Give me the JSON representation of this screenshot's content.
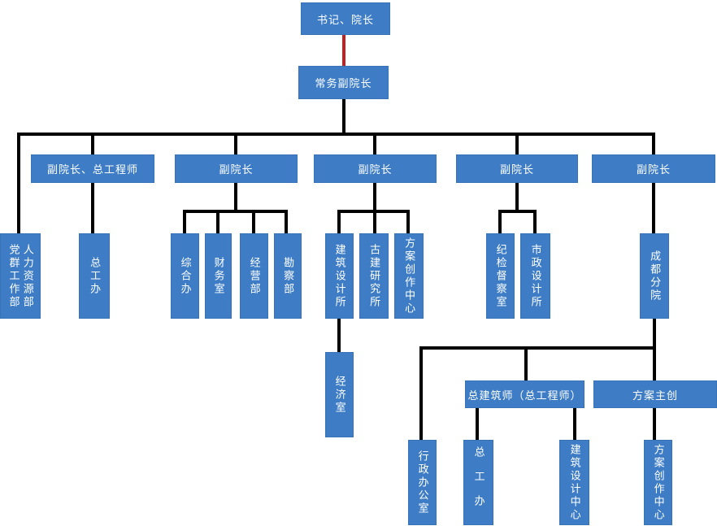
{
  "diagram_type": "org-chart",
  "colors": {
    "node_fill": "#3E7DC6",
    "node_border": "#3873B8",
    "node_text": "#FFFFFF",
    "connector": "#000000",
    "root_connector": "#C02222",
    "background": "#FFFFFF"
  },
  "nodes": {
    "root": "书记、院长",
    "exec": "常务副院长",
    "vp1": "副院长、总工程师",
    "vp2": "副院长",
    "vp3": "副院长",
    "vp4": "副院长",
    "vp5": "副院长",
    "dangqun": "党群工作部",
    "renli": "人力资源部",
    "zonggongban": "总工办",
    "zonghe": "综合办",
    "caiwu": "财务室",
    "jingying": "经营部",
    "kancha": "勘察部",
    "jianzhusheji": "建筑设计所",
    "gujian": "古建研究所",
    "fangan_center": "方案创作中心",
    "jijian": "纪检督察室",
    "shizheng": "市政设计所",
    "chengdu": "成都分院",
    "jingji": "经济室",
    "cd_chief": "总建筑师（总工程师）",
    "cd_fangan_lead": "方案主创",
    "cd_xingzheng": "行政办公室",
    "cd_zonggongban": "总工办",
    "cd_jianzhu_center": "建筑设计中心",
    "cd_fangan_center": "方案创作中心"
  },
  "hierarchy": {
    "label": "书记、院长",
    "link_color_to_child": "#C02222",
    "children": [
      {
        "label": "常务副院长",
        "children": [
          {
            "label": "党群工作部 / 人力资源部"
          },
          {
            "label": "副院长、总工程师",
            "children": [
              {
                "label": "总工办"
              }
            ]
          },
          {
            "label": "副院长",
            "children": [
              {
                "label": "综合办"
              },
              {
                "label": "财务室"
              },
              {
                "label": "经营部"
              },
              {
                "label": "勘察部"
              }
            ]
          },
          {
            "label": "副院长",
            "children": [
              {
                "label": "建筑设计所",
                "children": [
                  {
                    "label": "经济室"
                  }
                ]
              },
              {
                "label": "古建研究所"
              },
              {
                "label": "方案创作中心"
              }
            ]
          },
          {
            "label": "副院长",
            "children": [
              {
                "label": "纪检督察室"
              },
              {
                "label": "市政设计所"
              }
            ]
          },
          {
            "label": "副院长",
            "children": [
              {
                "label": "成都分院",
                "children": [
                  {
                    "label": "行政办公室"
                  },
                  {
                    "label": "总建筑师（总工程师）",
                    "children": [
                      {
                        "label": "总工办"
                      },
                      {
                        "label": "建筑设计中心"
                      }
                    ]
                  },
                  {
                    "label": "方案主创",
                    "children": [
                      {
                        "label": "方案创作中心"
                      }
                    ]
                  }
                ]
              }
            ]
          }
        ]
      }
    ]
  }
}
